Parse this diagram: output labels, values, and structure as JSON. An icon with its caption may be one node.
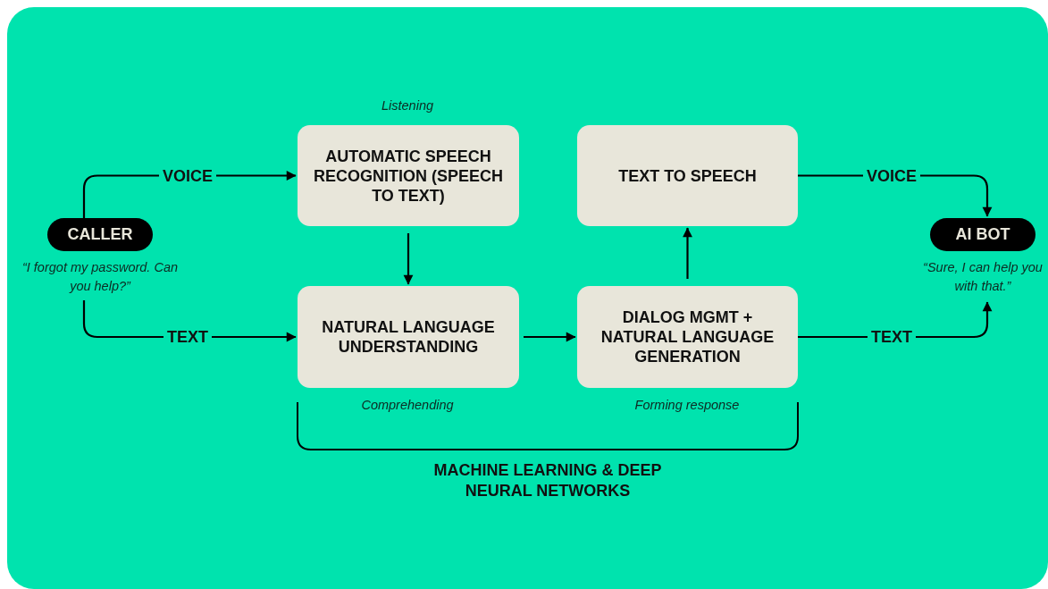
{
  "diagram": {
    "nodes": [
      {
        "text": [
          "CALLER"
        ],
        "beside": [
          "“I forgot my password. Can you help?”"
        ]
      },
      {
        "text": [
          "AUTOMATIC SPEECH RECOGNITION (SPEECH TO TEXT)"
        ],
        "beside": [
          "Listening"
        ]
      },
      {
        "text": [
          "NATURAL LANGUAGE UNDERSTANDING"
        ],
        "beside": [
          "Comprehending"
        ]
      },
      {
        "text": [
          "TEXT TO SPEECH"
        ]
      },
      {
        "text": [
          "DIALOG MGMT + NATURAL LANGUAGE GENERATION"
        ],
        "beside": [
          "Forming response"
        ]
      },
      {
        "text": [
          "AI BOT"
        ],
        "beside": [
          "“Sure, I can help you with that.”"
        ]
      }
    ],
    "edges": [
      {
        "from": 0,
        "to": 1,
        "arrow": "to",
        "label": "VOICE"
      },
      {
        "from": 0,
        "to": 2,
        "arrow": "to",
        "label": "TEXT"
      },
      {
        "from": 1,
        "to": 2,
        "arrow": "to"
      },
      {
        "from": 2,
        "to": 4,
        "arrow": "to"
      },
      {
        "from": 4,
        "to": 3,
        "arrow": "to"
      },
      {
        "from": 3,
        "to": 5,
        "arrow": "to",
        "label": "VOICE"
      },
      {
        "from": 4,
        "to": 5,
        "arrow": "to",
        "label": "TEXT"
      }
    ],
    "labels": [
      "MACHINE LEARNING & DEEP NEURAL NETWORKS"
    ]
  }
}
